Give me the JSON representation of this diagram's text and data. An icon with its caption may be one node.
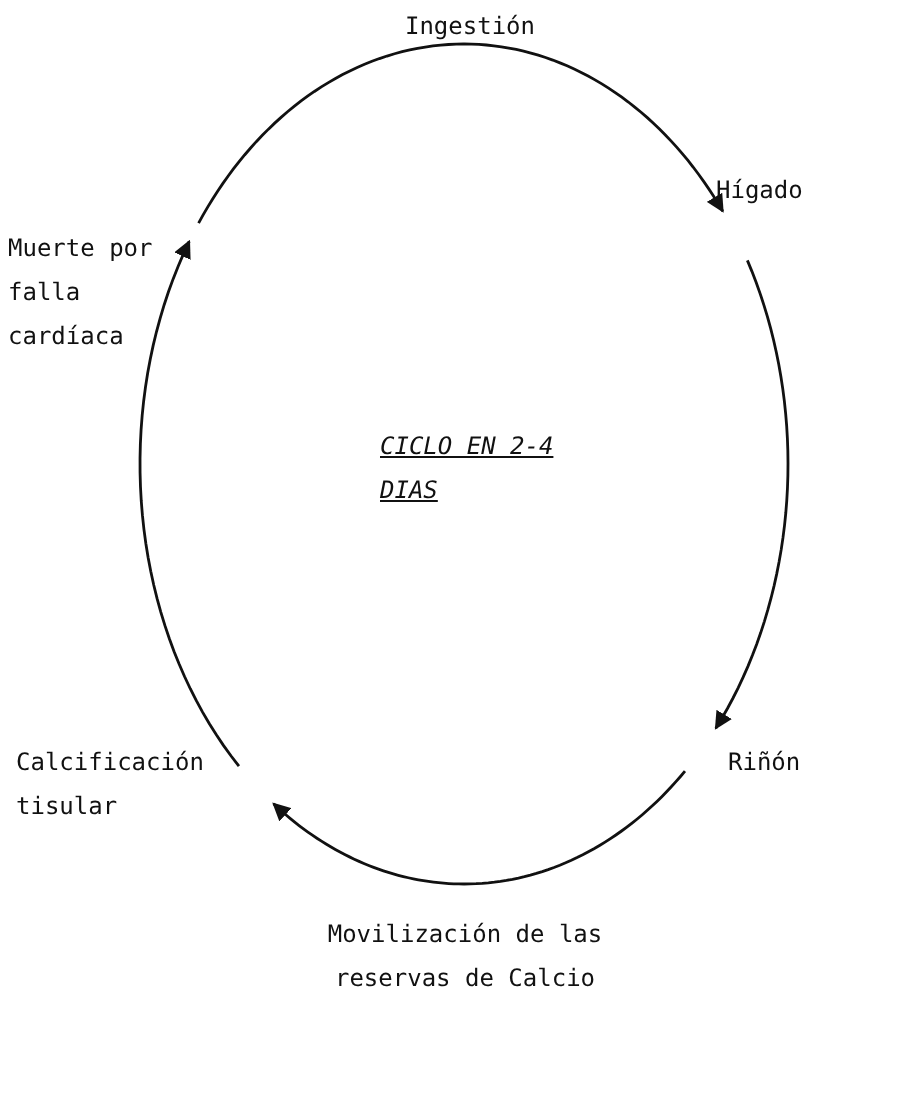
{
  "diagram": {
    "nodes": [
      {
        "text": [
          "Ingestión"
        ]
      },
      {
        "text": [
          "Hígado"
        ]
      },
      {
        "text": [
          "Riñón"
        ]
      },
      {
        "text": [
          "Movilización de las reservas de Calcio"
        ]
      },
      {
        "text": [
          "Calcificación tisular"
        ]
      },
      {
        "text": [
          "Muerte por falla cardíaca"
        ]
      }
    ],
    "edges": [
      {
        "from": 0,
        "to": 1,
        "arrow": "to"
      },
      {
        "from": 1,
        "to": 2,
        "arrow": "to"
      },
      {
        "from": 2,
        "to": 3,
        "arrow": "none"
      },
      {
        "from": 3,
        "to": 4,
        "arrow": "to"
      },
      {
        "from": 4,
        "to": 5,
        "arrow": "to"
      },
      {
        "from": 5,
        "to": 0,
        "arrow": "none"
      }
    ],
    "labels": [
      "CICLO EN 2-4 DIAS"
    ]
  }
}
